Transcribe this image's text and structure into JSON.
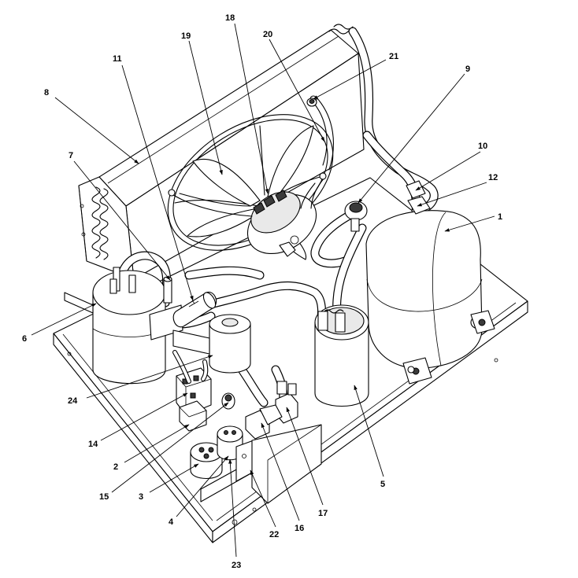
{
  "callouts": [
    {
      "id": "c1",
      "text": "1"
    },
    {
      "id": "c2",
      "text": "2"
    },
    {
      "id": "c3",
      "text": "3"
    },
    {
      "id": "c4",
      "text": "4"
    },
    {
      "id": "c5",
      "text": "5"
    },
    {
      "id": "c6",
      "text": "6"
    },
    {
      "id": "c7",
      "text": "7"
    },
    {
      "id": "c8",
      "text": "8"
    },
    {
      "id": "c9",
      "text": "9"
    },
    {
      "id": "c10",
      "text": "10"
    },
    {
      "id": "c11",
      "text": "11"
    },
    {
      "id": "c12",
      "text": "12"
    },
    {
      "id": "c14",
      "text": "14"
    },
    {
      "id": "c15",
      "text": "15"
    },
    {
      "id": "c16",
      "text": "16"
    },
    {
      "id": "c17",
      "text": "17"
    },
    {
      "id": "c18",
      "text": "18"
    },
    {
      "id": "c19",
      "text": "19"
    },
    {
      "id": "c20",
      "text": "20"
    },
    {
      "id": "c21",
      "text": "21"
    },
    {
      "id": "c22",
      "text": "22"
    },
    {
      "id": "c23",
      "text": "23"
    },
    {
      "id": "c24",
      "text": "24"
    }
  ]
}
